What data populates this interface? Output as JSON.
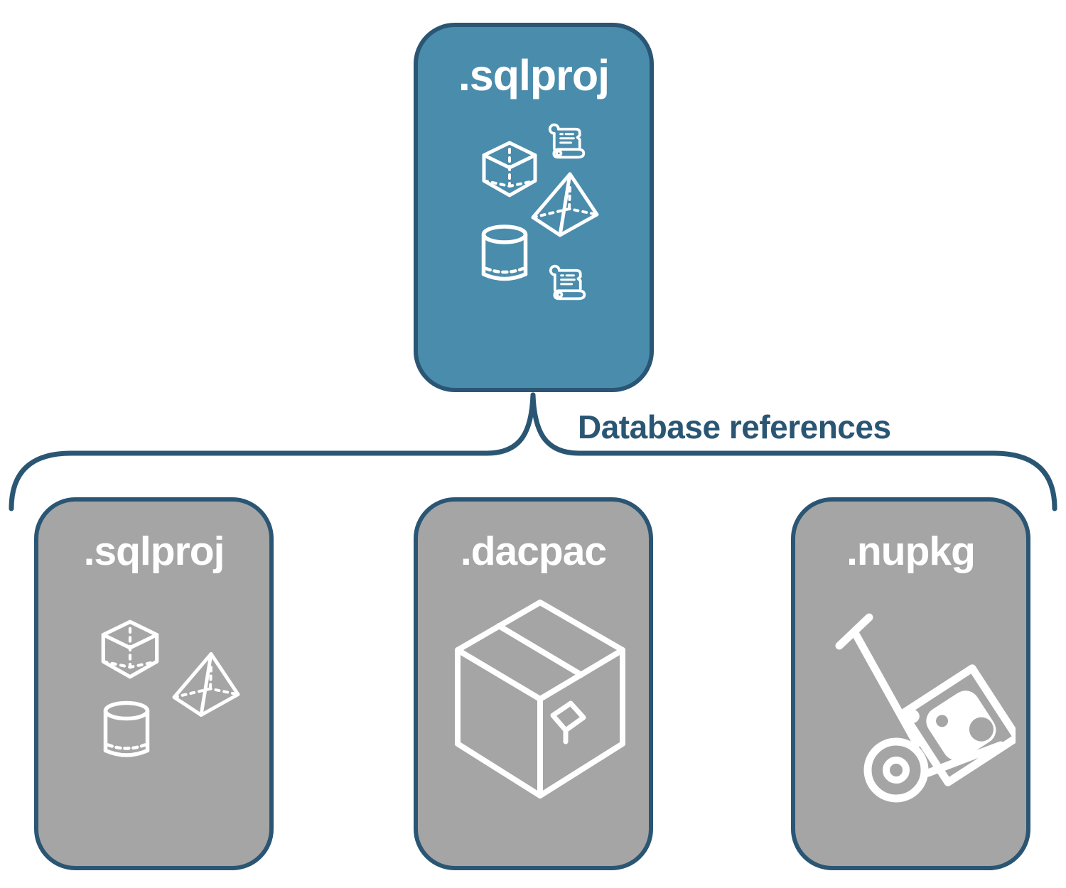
{
  "diagram": {
    "title_domain": "SQL database project references diagram",
    "root_card": {
      "label": ".sqlproj",
      "icons": [
        "cube-icon",
        "script-scroll-icon",
        "pyramid-icon",
        "database-cylinder-icon",
        "script-scroll-icon"
      ]
    },
    "connector": {
      "label": "Database references"
    },
    "child_cards": [
      {
        "label": ".sqlproj",
        "icons": [
          "cube-icon",
          "pyramid-icon",
          "database-cylinder-icon"
        ]
      },
      {
        "label": ".dacpac",
        "icons": [
          "package-box-icon"
        ]
      },
      {
        "label": ".nupkg",
        "icons": [
          "nuget-hand-truck-icon"
        ]
      }
    ],
    "colors": {
      "root_fill": "#4a8cac",
      "child_fill": "#a5a5a5",
      "border": "#2a5674",
      "connector": "#2a5674",
      "connector_label_text": "#2a5674",
      "icon_and_title": "#ffffff"
    }
  }
}
